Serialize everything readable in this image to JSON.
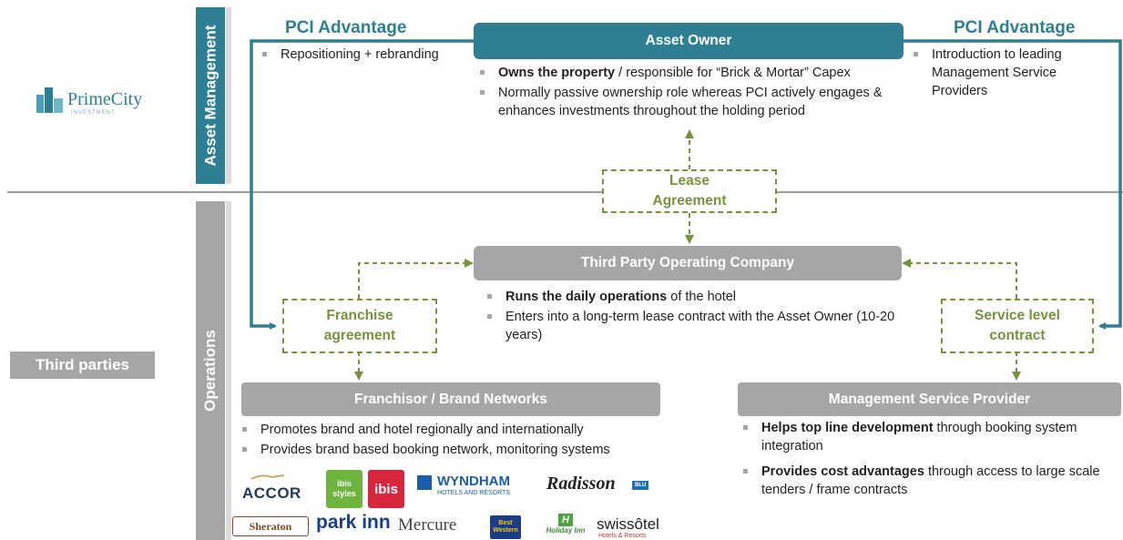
{
  "left": {
    "company_logo_text": "PrimeCity",
    "company_logo_sub": "INVESTMENT",
    "third_parties_label": "Third parties",
    "asset_management_label": "Asset Management",
    "operations_label": "Operations"
  },
  "pci_left": {
    "heading": "PCI Advantage",
    "bullets": [
      "Repositioning + rebranding"
    ]
  },
  "pci_right": {
    "heading": "PCI Advantage",
    "bullets": [
      "Introduction to leading Management Service Providers"
    ]
  },
  "asset_owner": {
    "title": "Asset Owner",
    "b1_bold": "Owns the property",
    "b1_rest": " / responsible for “Brick & Mortar” Capex",
    "b2": "Normally passive ownership role whereas PCI actively engages & enhances investments throughout the holding period"
  },
  "lease": {
    "line1": "Lease",
    "line2": "Agreement"
  },
  "operating_company": {
    "title": "Third Party Operating Company",
    "b1_bold": "Runs the daily operations",
    "b1_rest": " of the hotel",
    "b2": "Enters into a long-term lease contract with the Asset Owner (10-20 years)"
  },
  "franchise": {
    "line1": "Franchise",
    "line2": "agreement"
  },
  "service_level": {
    "line1": "Service level",
    "line2": "contract"
  },
  "franchisor": {
    "title": "Franchisor / Brand Networks",
    "b1": "Promotes brand and hotel regionally and internationally",
    "b2": "Provides brand based booking network, monitoring systems"
  },
  "msp": {
    "title": "Management Service Provider",
    "b1_bold": "Helps top line development",
    "b1_rest": " through booking system integration",
    "b2_bold": "Provides cost advantages",
    "b2_rest": " through access to large scale tenders / frame contracts"
  },
  "brand_logos": {
    "accor": "ACCOR",
    "ibis_styles": "ibis styles",
    "ibis": "ibis",
    "wyndham": "WYNDHAM",
    "wyndham_sub": "HOTELS AND RESORTS",
    "radisson": "Radisson",
    "radisson_blu": "BLU",
    "sheraton": "Sheraton",
    "parkinn": "park inn",
    "mercure": "Mercure",
    "bestwestern": "Best Western",
    "holidayinn": "Holiday Inn",
    "swissotel": "swissôtel",
    "swissotel_sub": "Hotels & Resorts"
  },
  "colors": {
    "teal": "#2e7f94",
    "grey": "#a6a6a6",
    "olive": "#76923c",
    "divider": "#9e9e9e"
  }
}
